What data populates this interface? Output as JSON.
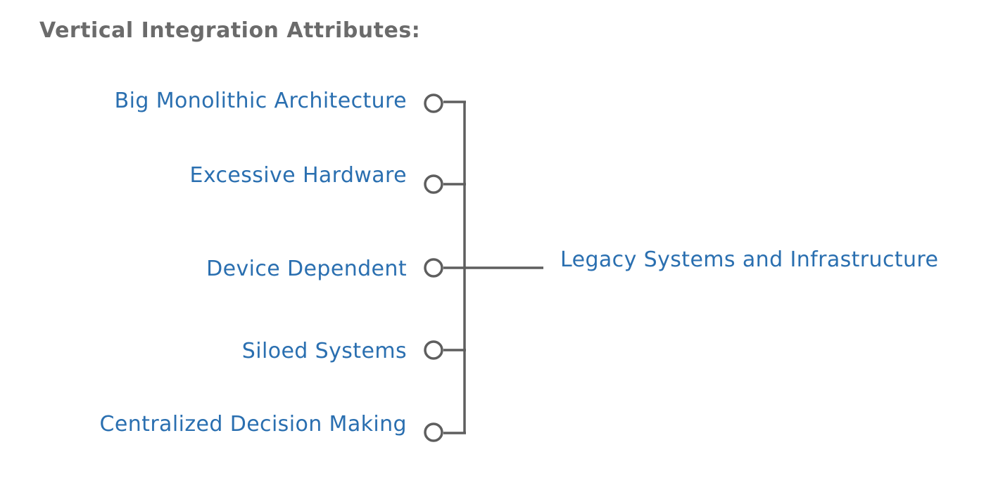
{
  "title": "Vertical Integration Attributes:",
  "items": [
    "Big Monolithic Architecture",
    "Excessive Hardware",
    "Device Dependent",
    "Siloed Systems",
    "Centralized Decision Making"
  ],
  "target": "Legacy Systems and Infrastructure",
  "colors": {
    "title": "#6b6b6b",
    "label": "#2a6fb0",
    "line": "#5e5e5e"
  }
}
